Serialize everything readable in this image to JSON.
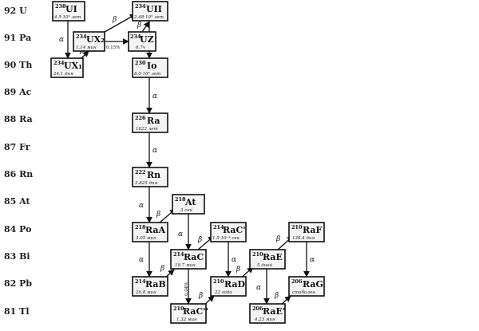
{
  "rows": [
    {
      "label": "92 U"
    },
    {
      "label": "91 Pa"
    },
    {
      "label": "90 Th"
    },
    {
      "label": "89 Ac"
    },
    {
      "label": "88 Ra"
    },
    {
      "label": "87 Fr"
    },
    {
      "label": "86 Rn"
    },
    {
      "label": "85 At"
    },
    {
      "label": "84 Po"
    },
    {
      "label": "83 Bi"
    },
    {
      "label": "82 Pb"
    },
    {
      "label": "81 Tl"
    }
  ],
  "nuclides": [
    {
      "id": "UI",
      "mass": "238",
      "name": "UI",
      "half_life": "4.5·10⁹ лет"
    },
    {
      "id": "UII",
      "mass": "234",
      "name": "UII",
      "half_life": "2.48·10⁵ лет"
    },
    {
      "id": "UX2",
      "mass": "234",
      "name": "UX₂",
      "half_life": "1.14 мин"
    },
    {
      "id": "UZ",
      "mass": "234",
      "name": "UZ",
      "half_life": "6.7ч"
    },
    {
      "id": "UX1",
      "mass": "234",
      "name": "UX₁",
      "half_life": "24.1 дня"
    },
    {
      "id": "Io",
      "mass": "230",
      "name": "Io",
      "half_life": "8.0·10⁴ лет"
    },
    {
      "id": "Ra",
      "mass": "226",
      "name": "Ra",
      "half_life": "1622 лет"
    },
    {
      "id": "Rn",
      "mass": "222",
      "name": "Rn",
      "half_life": "3.825 дня"
    },
    {
      "id": "At",
      "mass": "218",
      "name": "At",
      "half_life": "3 сек"
    },
    {
      "id": "RaA",
      "mass": "218",
      "name": "RaA",
      "half_life": "3.05 мин"
    },
    {
      "id": "RaCp",
      "mass": "214",
      "name": "RaC'",
      "half_life": "1.5·10⁻⁴ сек"
    },
    {
      "id": "RaC",
      "mass": "214",
      "name": "RaC",
      "half_life": "19.7 мин"
    },
    {
      "id": "RaE",
      "mass": "210",
      "name": "RaE",
      "half_life": "5 дней"
    },
    {
      "id": "RaF",
      "mass": "210",
      "name": "RaF",
      "half_life": "138.4 дня"
    },
    {
      "id": "RaB",
      "mass": "214",
      "name": "RaB",
      "half_life": "26.8 мин"
    },
    {
      "id": "RaD",
      "mass": "210",
      "name": "RaD",
      "half_life": "22 года"
    },
    {
      "id": "RaG",
      "mass": "206",
      "name": "RaG",
      "half_life": "стабилен"
    },
    {
      "id": "RaCpp",
      "mass": "210",
      "name": "RaC''",
      "half_life": "1.32 мин"
    },
    {
      "id": "RaEp",
      "mass": "206",
      "name": "RaE'",
      "half_life": "4.23 мин"
    }
  ],
  "decays": [
    {
      "from": "UI",
      "to": "UX1",
      "label": "α"
    },
    {
      "from": "UX1",
      "to": "UX2",
      "label": "β"
    },
    {
      "from": "UX2",
      "to": "UII",
      "label": "β"
    },
    {
      "from": "UX2",
      "to": "UZ",
      "label": "0.15%"
    },
    {
      "from": "UZ",
      "to": "UII",
      "label": "β"
    },
    {
      "from": "UII",
      "to": "Io",
      "label": "α"
    },
    {
      "from": "Io",
      "to": "Ra",
      "label": "α"
    },
    {
      "from": "Ra",
      "to": "Rn",
      "label": "α"
    },
    {
      "from": "Rn",
      "to": "RaA",
      "label": "α"
    },
    {
      "from": "RaA",
      "to": "At",
      "label": "β"
    },
    {
      "from": "At",
      "to": "RaC",
      "label": "α"
    },
    {
      "from": "RaA",
      "to": "RaB",
      "label": "α"
    },
    {
      "from": "RaB",
      "to": "RaC",
      "label": "β"
    },
    {
      "from": "RaC",
      "to": "RaCp",
      "label": "β"
    },
    {
      "from": "RaCp",
      "to": "RaD",
      "label": "α"
    },
    {
      "from": "RaC",
      "to": "RaCpp",
      "label": "0.04%"
    },
    {
      "from": "RaCpp",
      "to": "RaD",
      "label": "β"
    },
    {
      "from": "RaD",
      "to": "RaE",
      "label": "β"
    },
    {
      "from": "RaE",
      "to": "RaF",
      "label": "β"
    },
    {
      "from": "RaE",
      "to": "RaEp",
      "label": "α"
    },
    {
      "from": "RaEp",
      "to": "RaG",
      "label": "β"
    },
    {
      "from": "RaF",
      "to": "RaG",
      "label": "α"
    }
  ]
}
